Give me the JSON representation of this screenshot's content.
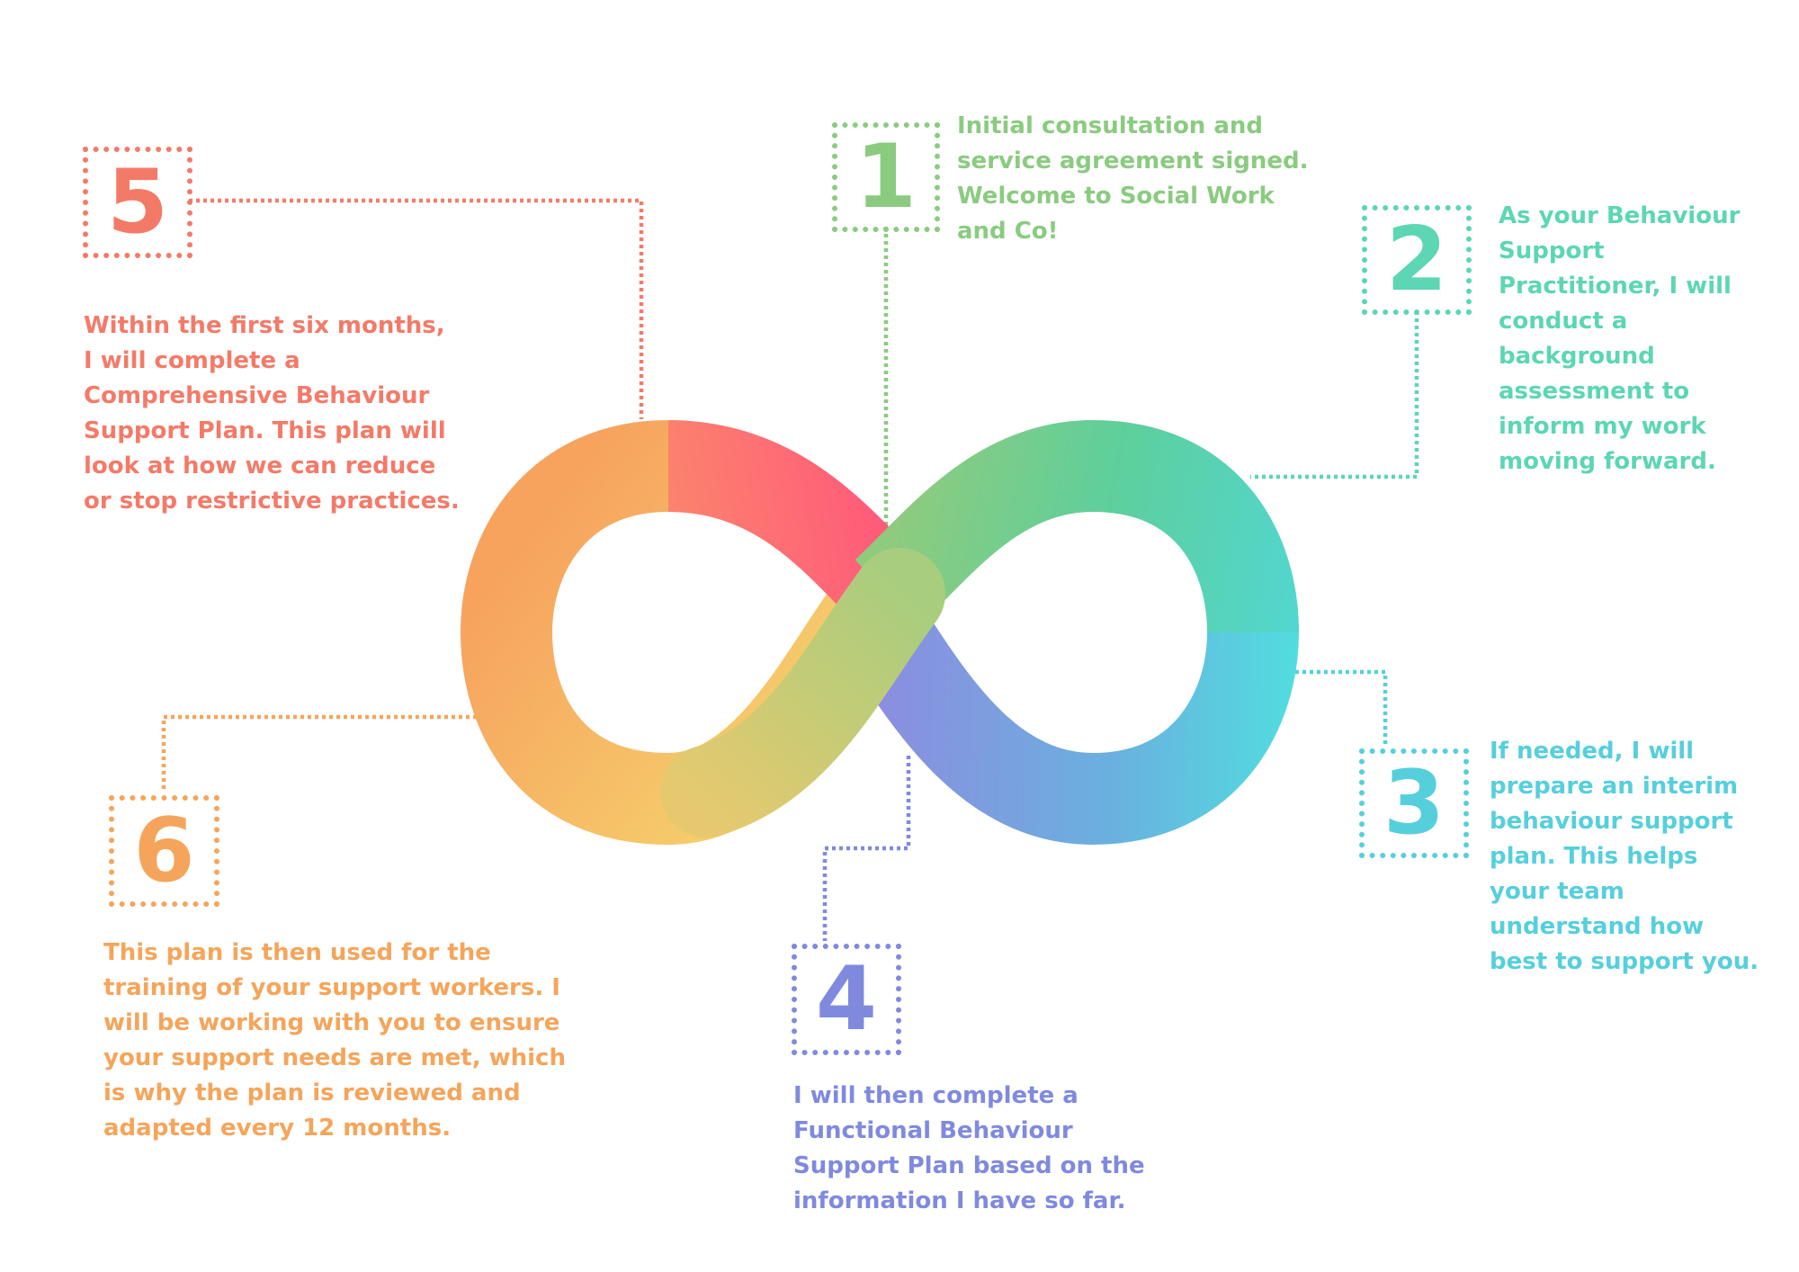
{
  "steps": [
    {
      "number": "1",
      "text": "Initial consultation and service agreement signed. Welcome to Social Work and Co!"
    },
    {
      "number": "2",
      "text": "As your Behaviour Support Practitioner, I will conduct a background assessment to inform my work moving forward."
    },
    {
      "number": "3",
      "text": "If needed, I will prepare an interim behaviour support plan. This helps your team understand how best to support you."
    },
    {
      "number": "4",
      "text": "I will then complete a Functional Behaviour Support Plan based on the information I have so far."
    },
    {
      "number": "5",
      "text": "Within the first six months, I will complete a Comprehensive Behaviour Support Plan. This plan will look at how we can reduce or stop restrictive practices."
    },
    {
      "number": "6",
      "text": "This plan is then used for the training of your support workers. I will be working with you to ensure your support needs are met, which is why the plan is reviewed and adapted every 12 months."
    }
  ],
  "colors": {
    "step1": "#8acb80",
    "step2": "#5cd6b4",
    "step3": "#56cfdc",
    "step4": "#7f8ade",
    "step5": "#f47a68",
    "step6": "#f5a55b"
  },
  "center_graphic": "infinity-loop"
}
